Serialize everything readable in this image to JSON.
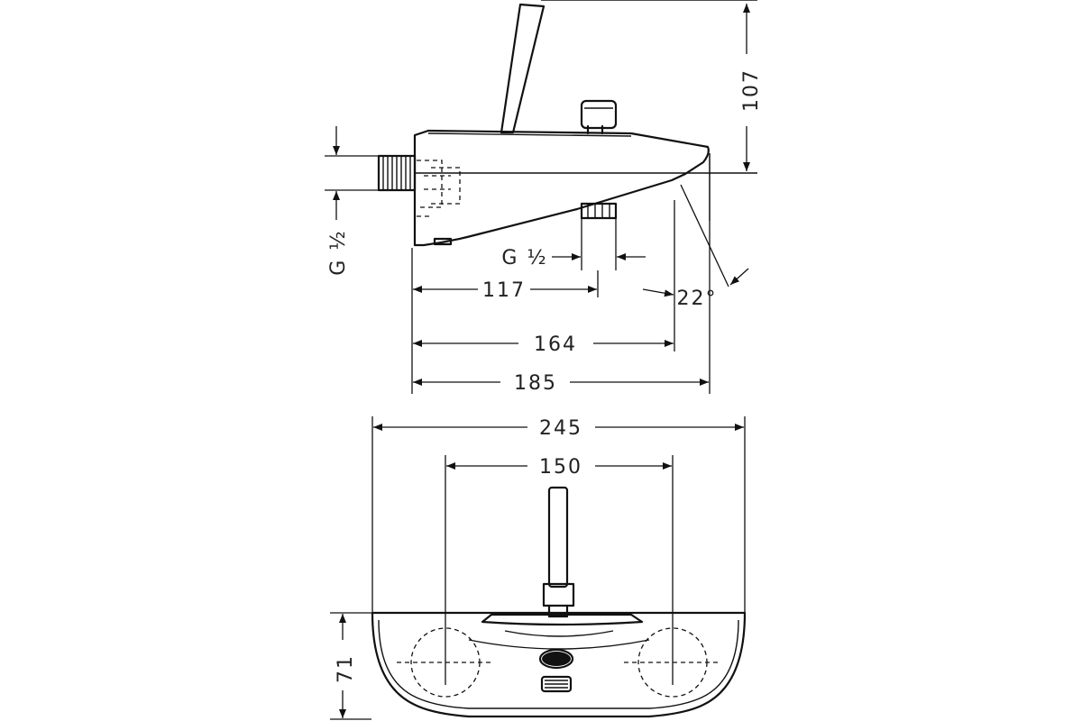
{
  "side_view": {
    "dim_height": "107",
    "dim_inlet_thread": "G ½",
    "dim_outlet_thread": "G ½",
    "dim_117": "117",
    "dim_164": "164",
    "dim_185": "185",
    "dim_angle": "22°"
  },
  "top_view": {
    "dim_width": "245",
    "dim_centres": "150",
    "dim_depth": "71"
  }
}
